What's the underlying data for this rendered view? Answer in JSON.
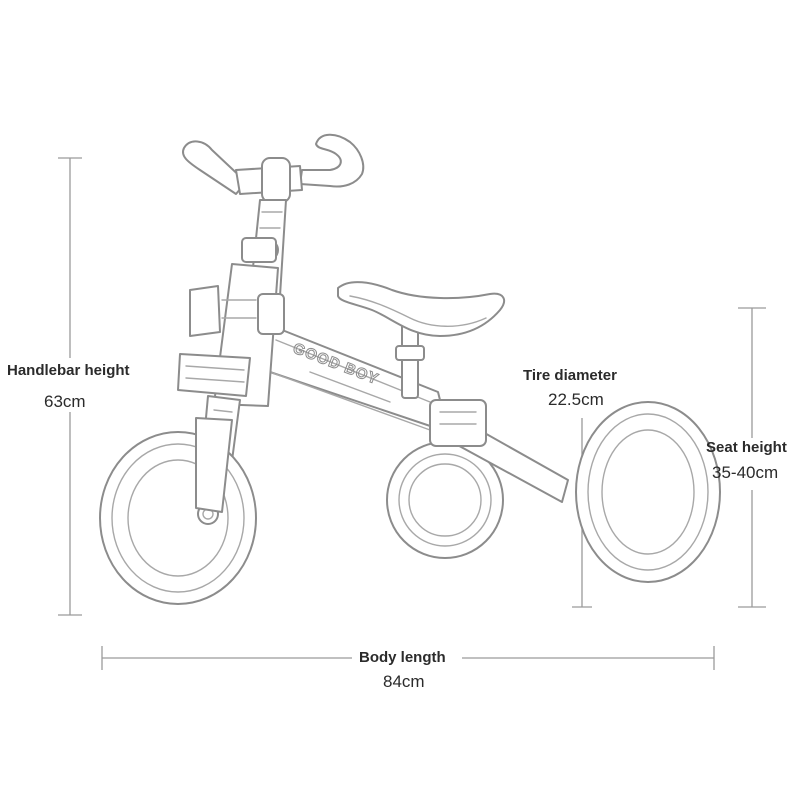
{
  "dimensions": {
    "handlebar_height": {
      "title": "Handlebar height",
      "value": "63cm"
    },
    "tire_diameter": {
      "title": "Tire diameter",
      "value": "22.5cm"
    },
    "seat_height": {
      "title": "Seat height",
      "value": "35-40cm"
    },
    "body_length": {
      "title": "Body length",
      "value": "84cm"
    }
  },
  "product": {
    "brand_text": "GOOD BOY"
  }
}
